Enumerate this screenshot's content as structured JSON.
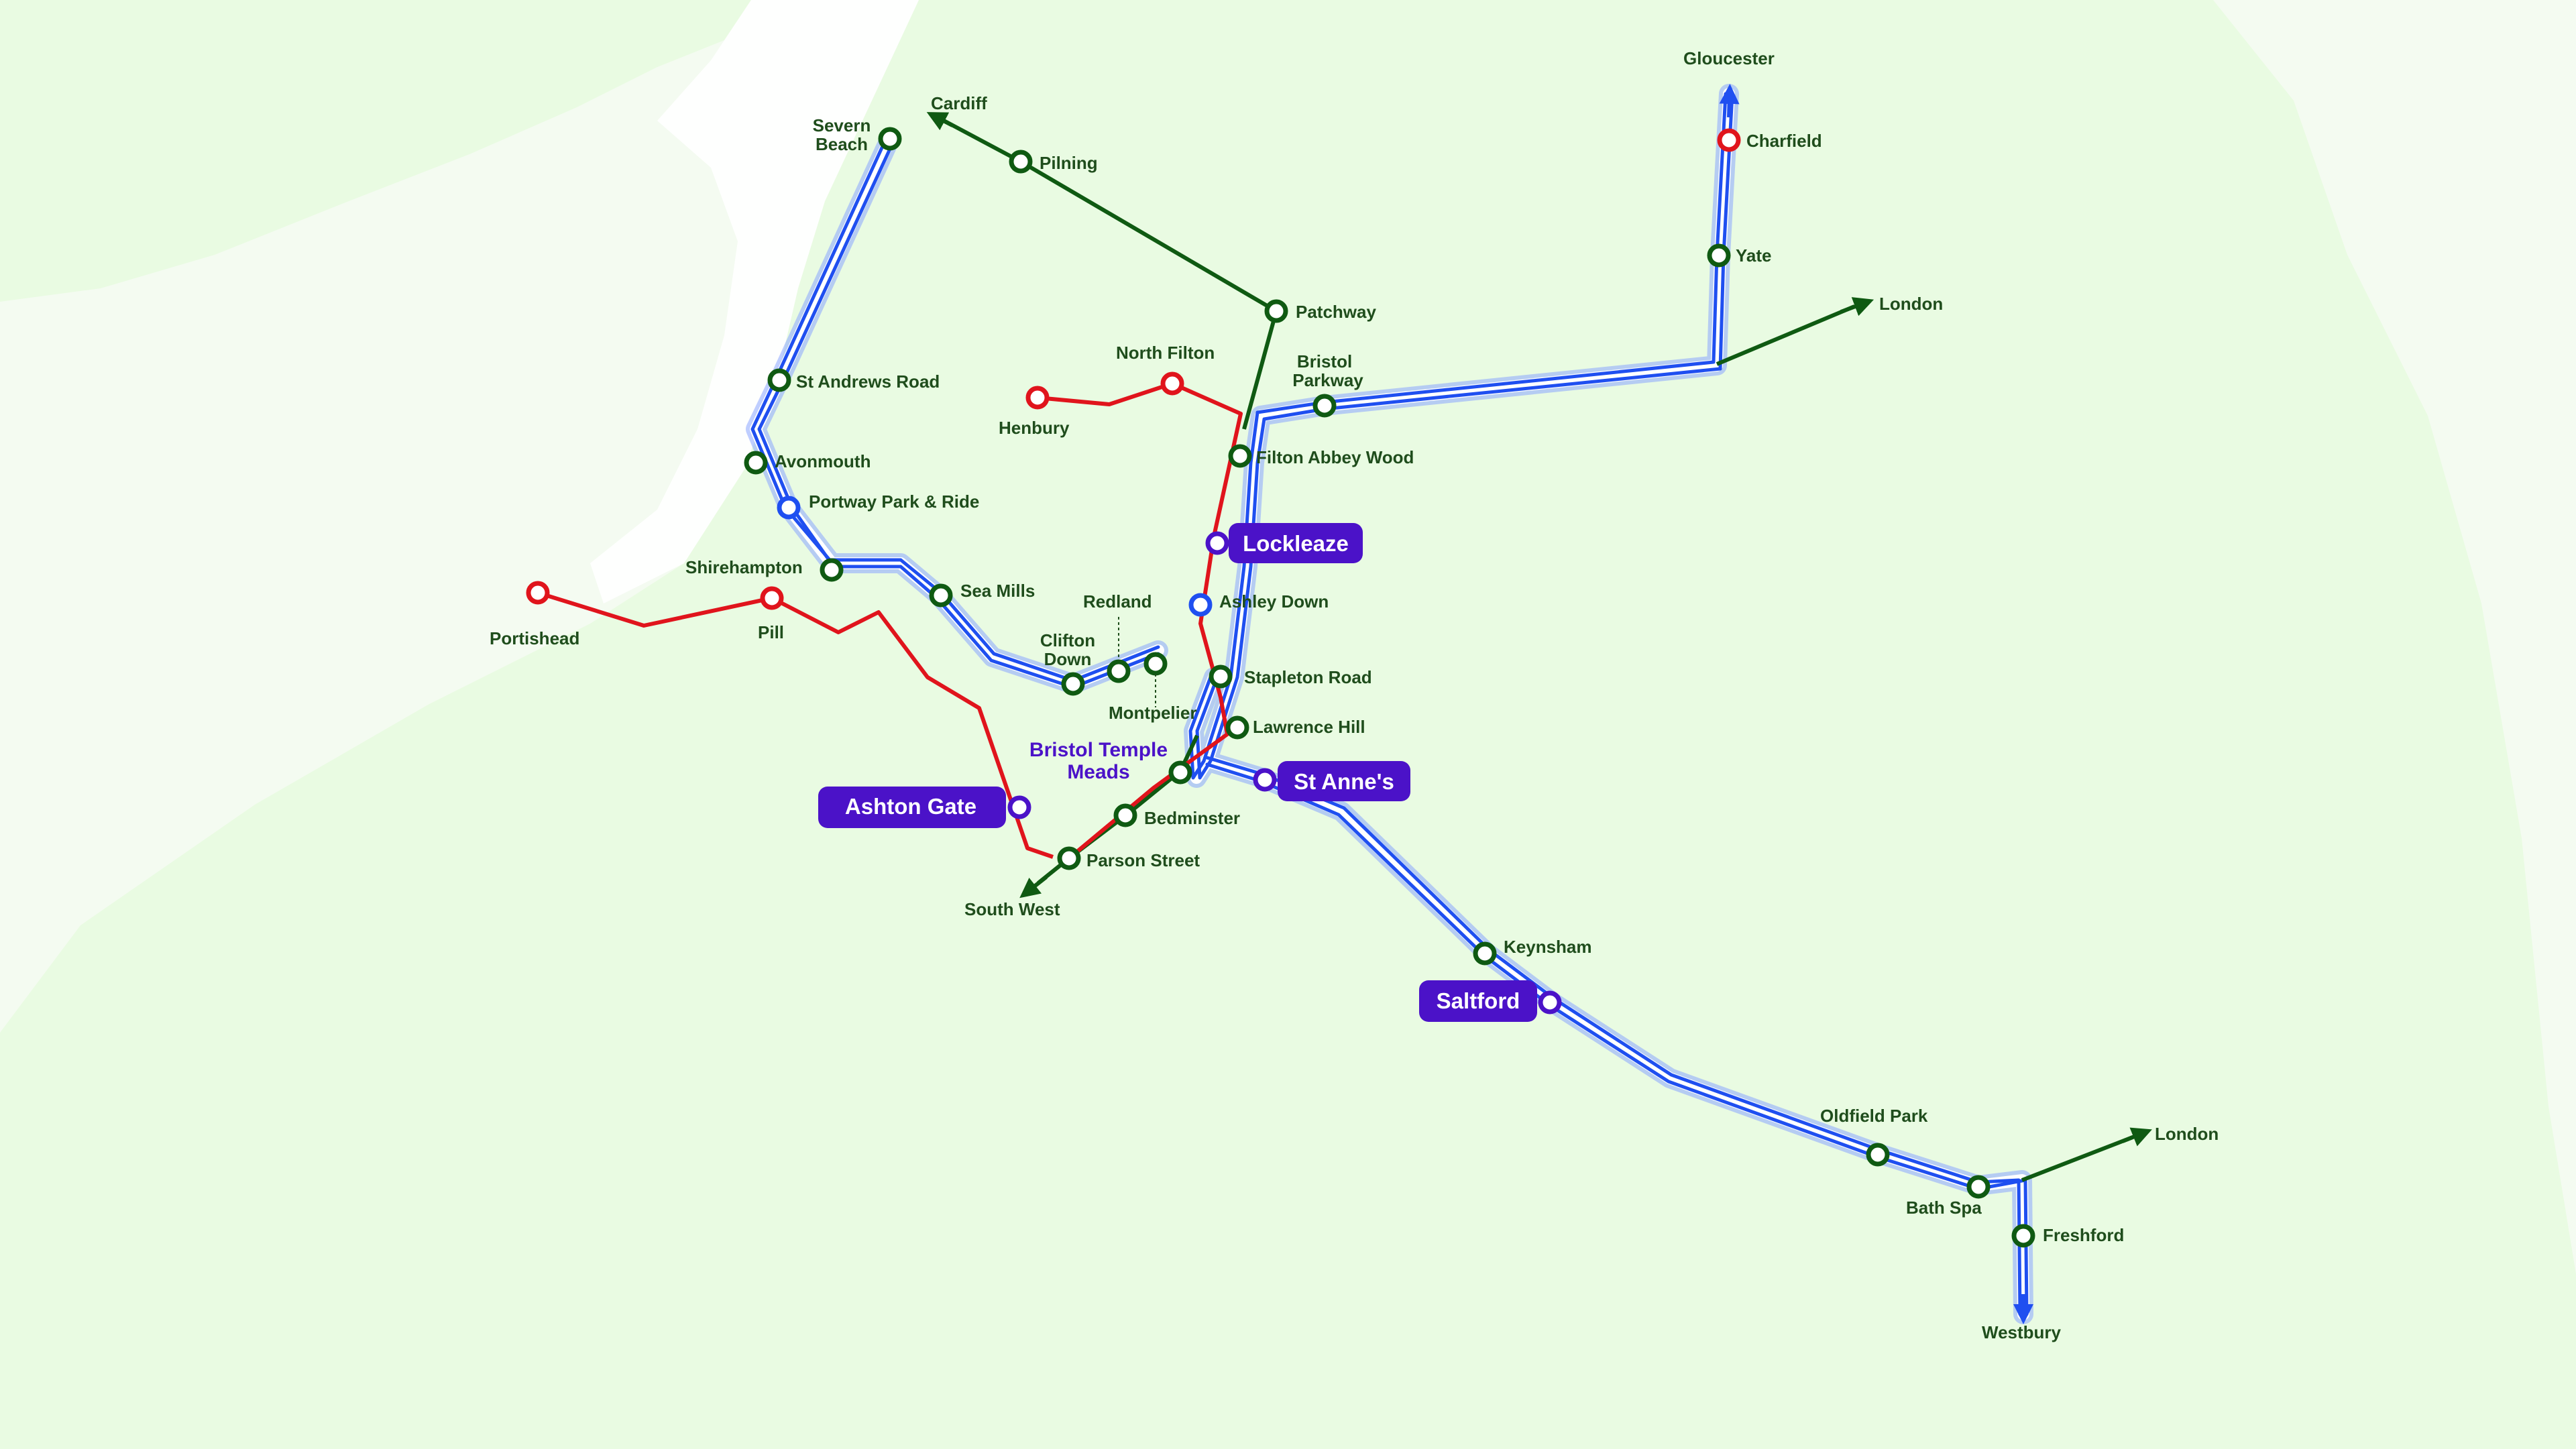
{
  "colors": {
    "background": "#f4fbf1",
    "land": "#e9fbe2",
    "water": "#ffffff",
    "green_line": "#0f5a12",
    "blue_line": "#1f4ff0",
    "red_line": "#e0141c",
    "purple": "#4b12c8",
    "label": "#1f4d1c"
  },
  "stations": {
    "severn_beach": {
      "line1": "Severn",
      "line2": "Beach"
    },
    "cardiff": "Cardiff",
    "pilning": "Pilning",
    "gloucester": "Gloucester",
    "charfield": "Charfield",
    "yate": "Yate",
    "london_north": "London",
    "patchway": "Patchway",
    "north_filton": "North Filton",
    "bristol_parkway": {
      "line1": "Bristol",
      "line2": "Parkway"
    },
    "henbury": "Henbury",
    "st_andrews_road": "St Andrews Road",
    "avonmouth": "Avonmouth",
    "portway_park_ride": "Portway Park & Ride",
    "filton_abbey_wood": "Filton Abbey Wood",
    "lockleaze": "Lockleaze",
    "shirehampton": "Shirehampton",
    "sea_mills": "Sea Mills",
    "portishead": "Portishead",
    "pill": "Pill",
    "redland": "Redland",
    "ashley_down": "Ashley Down",
    "clifton_down": {
      "line1": "Clifton",
      "line2": "Down"
    },
    "montpelier": "Montpelier",
    "stapleton_road": "Stapleton Road",
    "lawrence_hill": "Lawrence Hill",
    "bristol_temple_meads": {
      "line1": "Bristol Temple",
      "line2": "Meads"
    },
    "ashton_gate": "Ashton Gate",
    "st_annes": "St Anne's",
    "bedminster": "Bedminster",
    "parson_street": "Parson Street",
    "south_west": "South West",
    "keynsham": "Keynsham",
    "saltford": "Saltford",
    "oldfield_park": "Oldfield Park",
    "london_east": "London",
    "bath_spa": "Bath Spa",
    "freshford": "Freshford",
    "westbury": "Westbury"
  }
}
